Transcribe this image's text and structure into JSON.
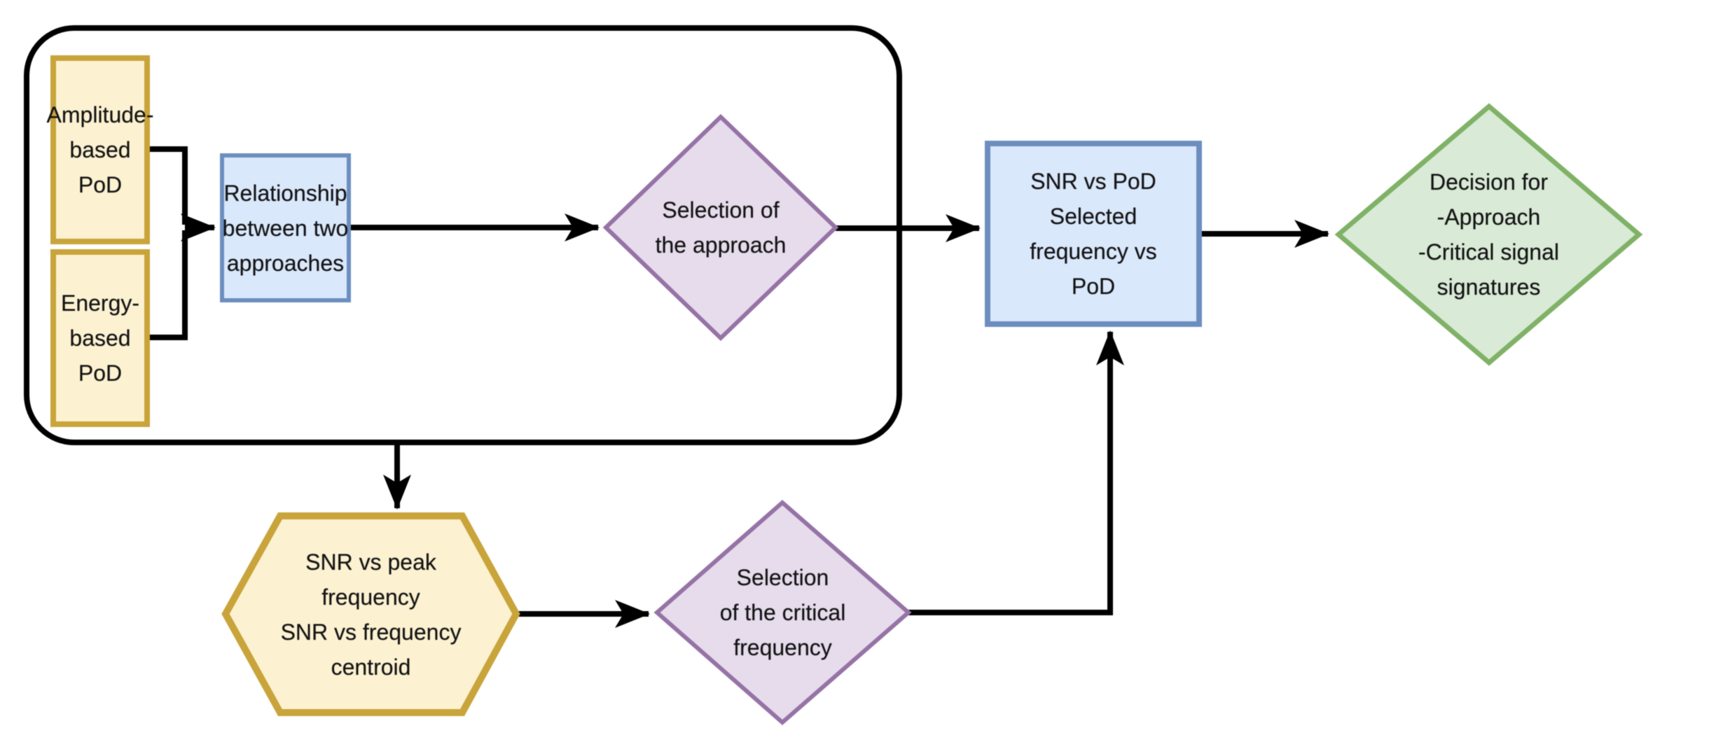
{
  "diagram": {
    "type": "flowchart",
    "description": "Signal processing PoD approach selection flowchart"
  },
  "colors": {
    "yellow_fill": "#FCF2D2",
    "yellow_stroke": "#C9A43B",
    "blue_fill": "#DAE8FC",
    "blue_stroke": "#6C8EBF",
    "purple_fill": "#E6DCEC",
    "purple_stroke": "#9673A6",
    "green_fill": "#D9EAD7",
    "green_stroke": "#7FB266",
    "line": "#000000"
  },
  "nodes": {
    "amplitude_pod": {
      "label": "Amplitude-\nbased PoD",
      "shape": "rectangle",
      "color": "yellow"
    },
    "energy_pod": {
      "label": "Energy-\nbased PoD",
      "shape": "rectangle",
      "color": "yellow"
    },
    "relationship": {
      "label": "Relationship\nbetween two\napproaches",
      "shape": "rectangle",
      "color": "blue"
    },
    "approach_selection": {
      "label": "Selection of\nthe approach",
      "shape": "diamond",
      "color": "purple"
    },
    "snr_pod": {
      "label": "SNR vs PoD\nSelected\nfrequency vs\nPoD",
      "shape": "rectangle",
      "color": "blue"
    },
    "decision": {
      "label": "Decision for\n-Approach\n-Critical signal\nsignatures",
      "shape": "diamond",
      "color": "green"
    },
    "snr_frequency": {
      "label": "SNR vs peak\nfrequency\nSNR vs frequency\ncentroid",
      "shape": "hexagon",
      "color": "yellow"
    },
    "critical_frequency": {
      "label": "Selection\nof the critical\nfrequency",
      "shape": "diamond",
      "color": "purple"
    }
  },
  "edges": [
    {
      "from": "amplitude_pod",
      "to": "relationship"
    },
    {
      "from": "energy_pod",
      "to": "relationship"
    },
    {
      "from": "relationship",
      "to": "approach_selection"
    },
    {
      "from": "approach_selection",
      "to": "snr_pod"
    },
    {
      "from": "grouping_container",
      "to": "snr_frequency"
    },
    {
      "from": "snr_frequency",
      "to": "critical_frequency"
    },
    {
      "from": "critical_frequency",
      "to": "snr_pod"
    },
    {
      "from": "snr_pod",
      "to": "decision"
    }
  ]
}
